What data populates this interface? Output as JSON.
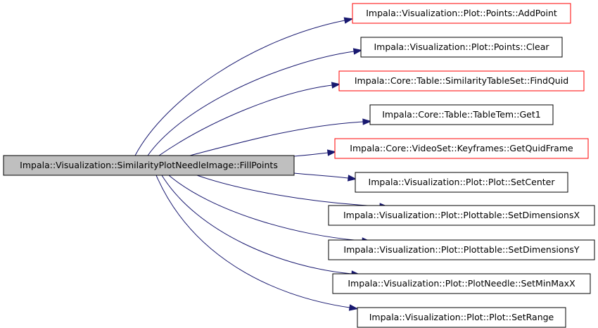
{
  "colors": {
    "edge": "#191970",
    "source_fill": "#bfbfbf",
    "box_stroke": "#000000",
    "link_box_stroke": "#ff0000",
    "text": "#000000",
    "background": "#ffffff"
  },
  "source": {
    "label": "Impala::Visualization::SimilarityPlotNeedleImage::FillPoints"
  },
  "targets": [
    {
      "label": "Impala::Visualization::Plot::Points::AddPoint",
      "border": "red"
    },
    {
      "label": "Impala::Visualization::Plot::Points::Clear",
      "border": "black"
    },
    {
      "label": "Impala::Core::Table::SimilarityTableSet::FindQuid",
      "border": "red"
    },
    {
      "label": "Impala::Core::Table::TableTem::Get1",
      "border": "black"
    },
    {
      "label": "Impala::Core::VideoSet::Keyframes::GetQuidFrame",
      "border": "red"
    },
    {
      "label": "Impala::Visualization::Plot::Plot::SetCenter",
      "border": "black"
    },
    {
      "label": "Impala::Visualization::Plot::Plottable::SetDimensionsX",
      "border": "black"
    },
    {
      "label": "Impala::Visualization::Plot::Plottable::SetDimensionsY",
      "border": "black"
    },
    {
      "label": "Impala::Visualization::Plot::PlotNeedle::SetMinMaxX",
      "border": "black"
    },
    {
      "label": "Impala::Visualization::Plot::Plot::SetRange",
      "border": "black"
    }
  ]
}
